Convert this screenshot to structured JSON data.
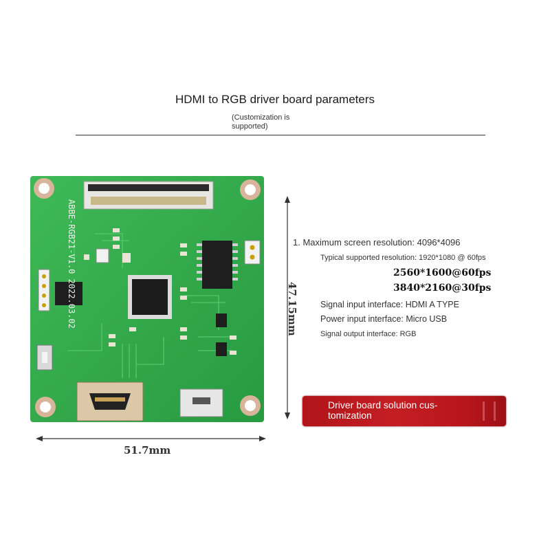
{
  "header": {
    "title": "HDMI to RGB driver board parameters",
    "subtitle": "(Customization is supported)"
  },
  "dimensions": {
    "width_label": "51.7mm",
    "height_label": "47.15mm"
  },
  "specs": {
    "max_resolution": "1. Maximum screen resolution: 4096*4096",
    "typical_resolution": "Typical supported resolution: 1920*1080 @ 60fps",
    "res_2k": "2560*1600@60fps",
    "res_4k": "3840*2160@30fps",
    "signal_input": "Signal input interface: HDMI A TYPE",
    "power_input": "Power input interface: Micro USB",
    "signal_output": "Signal output interface: RGB"
  },
  "cta": {
    "label": "Driver board solution cus-tomization"
  },
  "board": {
    "silkscreen": "ABBE-RGB21-V1.0 2022.03.02"
  },
  "colors": {
    "pcb_green": "#2fa84a",
    "cta_red": "#c41e23"
  }
}
